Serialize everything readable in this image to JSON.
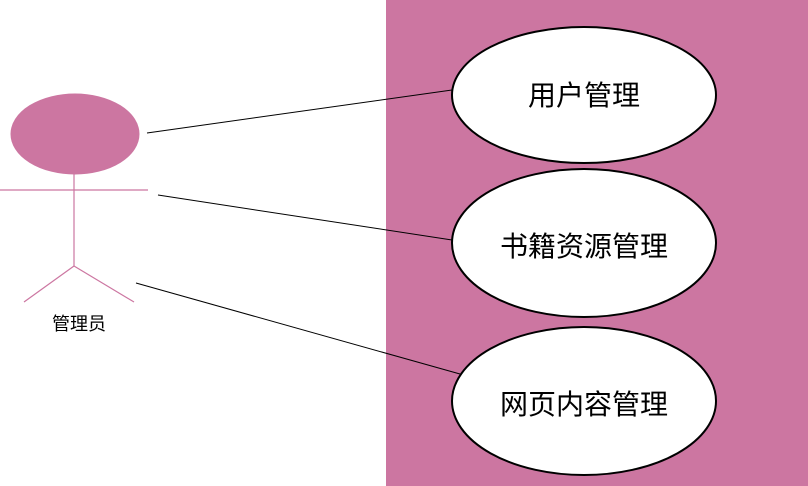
{
  "colors": {
    "background": "#ffffff",
    "system_boundary": "#cc76a1",
    "actor_fill": "#cc76a1",
    "actor_stroke": "#cc76a1",
    "use_case_fill": "#ffffff",
    "use_case_stroke": "#000000",
    "association_line": "#000000"
  },
  "actor": {
    "label": "管理员"
  },
  "use_cases": [
    {
      "label": "用户管理"
    },
    {
      "label": "书籍资源管理"
    },
    {
      "label": "网页内容管理"
    }
  ]
}
